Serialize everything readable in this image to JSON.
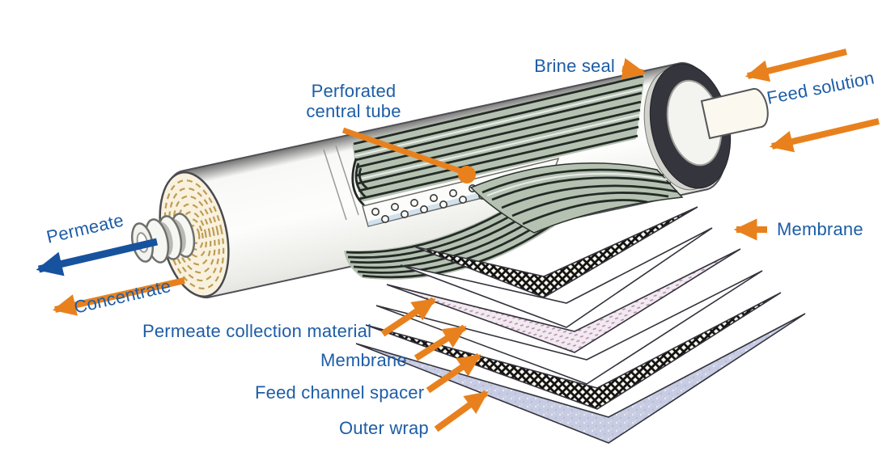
{
  "figure": {
    "type": "cutaway-diagram",
    "subject": "Spiral-wound membrane filtration module",
    "colors": {
      "background": "#ffffff",
      "label_text": "#1d5da6",
      "arrow_orange": "#e8811d",
      "arrow_blue": "#17529e",
      "brine_seal_ring": "#35353d",
      "roll_layers": "#b5c2b2",
      "outer_wrap_sheet": "#c8cce3",
      "collection_sheet": "#f2e9f1",
      "end_cap_spiral": "#bf9c55"
    },
    "labels": {
      "brine_seal": "Brine seal",
      "feed_solution": "Feed solution",
      "perforated_central_tube": "Perforated\ncentral tube",
      "permeate": "Permeate",
      "concentrate": "Concentrate",
      "permeate_collection_material": "Permeate collection material",
      "membrane_lower": "Membrane",
      "feed_channel_spacer": "Feed channel spacer",
      "outer_wrap": "Outer wrap",
      "membrane_right": "Membrane"
    }
  }
}
